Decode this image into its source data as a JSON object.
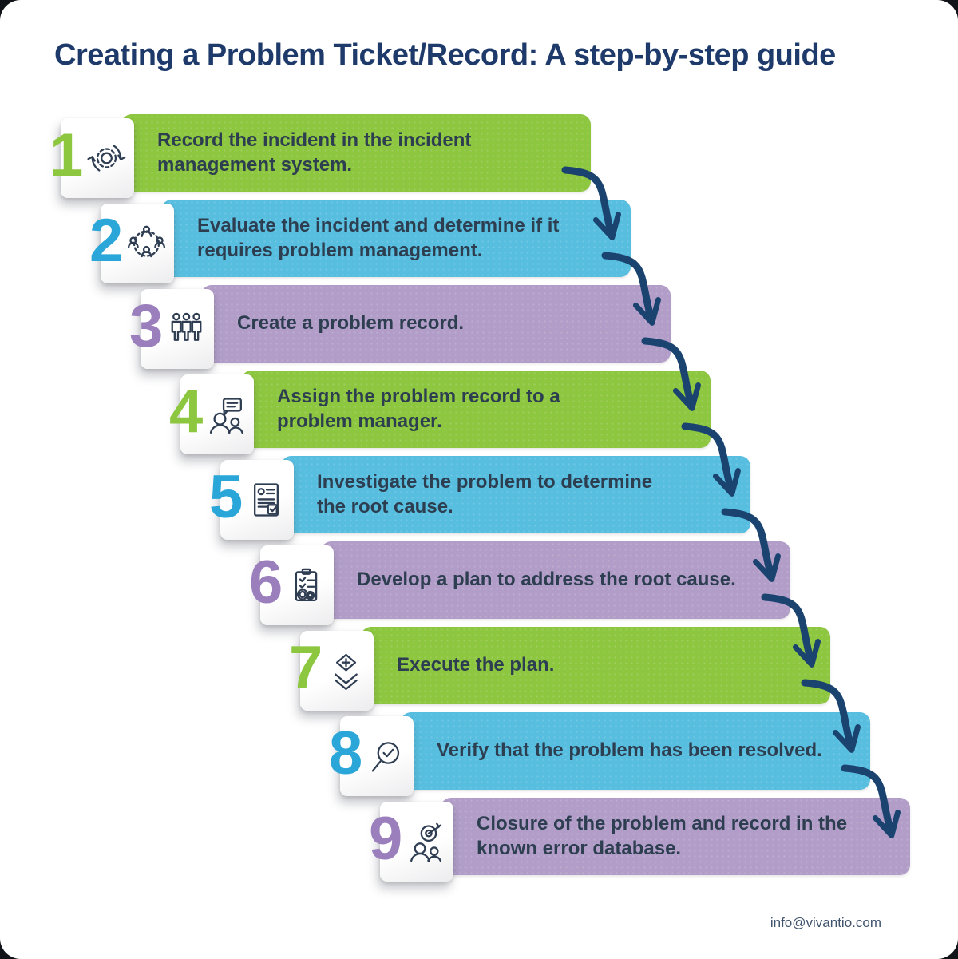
{
  "page": {
    "title": "Creating a Problem Ticket/Record: A step-by-step guide",
    "footer": "info@vivantio.com"
  },
  "colors": {
    "bar": {
      "green": "#8dc63f",
      "blue": "#57bedf",
      "purple": "#b19dc8"
    },
    "number": {
      "green": "#8dc63f",
      "blue": "#2aa7d8",
      "purple": "#9b7fbd"
    },
    "arrow": "#1b4370",
    "title_text": "#1e3a6a",
    "step_text": "#2d3e50",
    "footer_text": "#41546d"
  },
  "steps": [
    {
      "number": "1",
      "color": "green",
      "icon": "gear-sync-icon",
      "text": "Record the incident in the incident\nmanagement system."
    },
    {
      "number": "2",
      "color": "blue",
      "icon": "people-network-icon",
      "text": "Evaluate the incident and determine if it\nrequires problem management."
    },
    {
      "number": "3",
      "color": "purple",
      "icon": "group-icon",
      "text": "Create a problem record."
    },
    {
      "number": "4",
      "color": "green",
      "icon": "assign-conversation-icon",
      "text": "Assign the problem record to a\nproblem manager."
    },
    {
      "number": "5",
      "color": "blue",
      "icon": "report-document-icon",
      "text": "Investigate the problem to determine\nthe root cause."
    },
    {
      "number": "6",
      "color": "purple",
      "icon": "plan-clipboard-icon",
      "text": "Develop a plan to address the root cause."
    },
    {
      "number": "7",
      "color": "green",
      "icon": "execute-layers-icon",
      "text": "Execute the plan."
    },
    {
      "number": "8",
      "color": "blue",
      "icon": "verify-magnifier-icon",
      "text": "Verify that the problem has been resolved."
    },
    {
      "number": "9",
      "color": "purple",
      "icon": "closure-target-icon",
      "text": "Closure of the problem and record in the\nknown error database."
    }
  ]
}
